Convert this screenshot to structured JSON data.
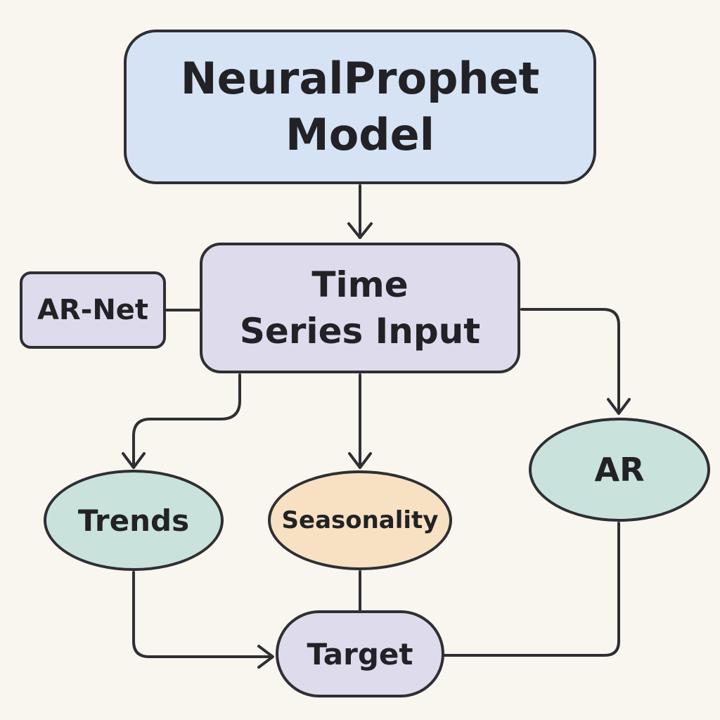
{
  "nodes": {
    "model": {
      "line1": "NeuralProphet",
      "line2": "Model"
    },
    "input": {
      "line1": "Time",
      "line2": "Series Input"
    },
    "arnet": {
      "label": "AR-Net"
    },
    "trends": {
      "label": "Trends"
    },
    "seasonality": {
      "label": "Seasonality"
    },
    "ar": {
      "label": "AR"
    },
    "target": {
      "label": "Target"
    }
  },
  "colors": {
    "background": "#f9f6f0",
    "stroke": "#2f2f33",
    "model_fill": "#d6e3f5",
    "input_fill": "#dedbec",
    "trend_ar_fill": "#c9e2dc",
    "seasonality_fill": "#f8e0c3",
    "target_fill": "#dedbec"
  },
  "edges": [
    {
      "from": "model",
      "to": "input",
      "arrow": true
    },
    {
      "from": "arnet",
      "to": "input",
      "arrow": false
    },
    {
      "from": "input",
      "to": "trends",
      "arrow": true
    },
    {
      "from": "input",
      "to": "seasonality",
      "arrow": true
    },
    {
      "from": "input",
      "to": "ar",
      "arrow": true
    },
    {
      "from": "trends",
      "to": "target",
      "arrow": true
    },
    {
      "from": "seasonality",
      "to": "target",
      "arrow": false
    },
    {
      "from": "ar",
      "to": "target",
      "arrow": false
    }
  ]
}
